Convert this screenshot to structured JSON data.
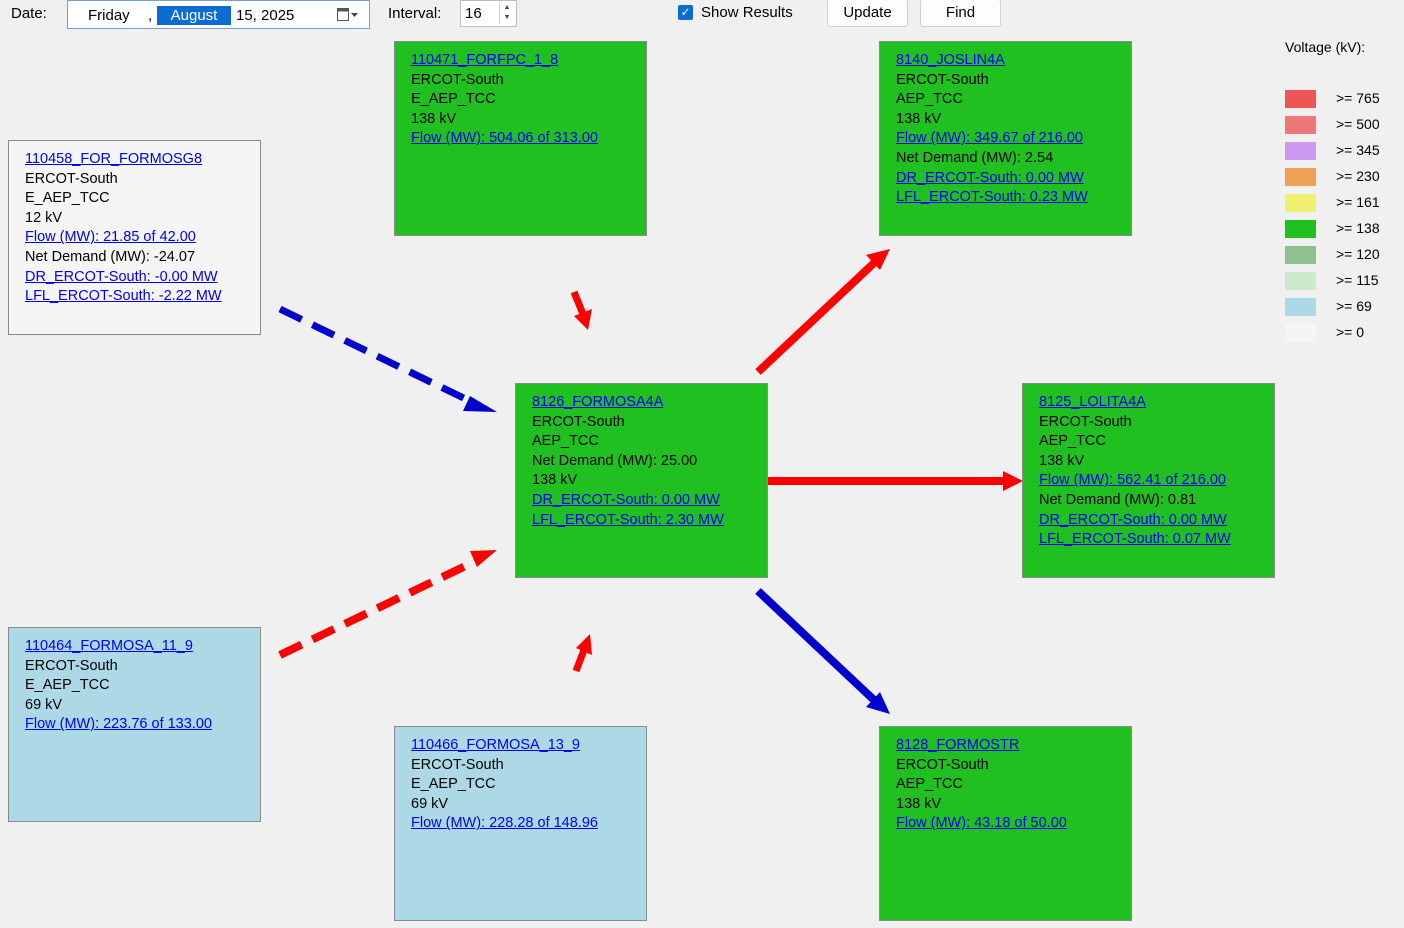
{
  "toolbar": {
    "date_label": "Date:",
    "date": {
      "day_of_week": "Friday",
      "comma": ",",
      "month": "August",
      "day_year": "15, 2025"
    },
    "interval_label": "Interval:",
    "interval_value": "16",
    "show_results_label": "Show Results",
    "show_results_checked": true,
    "update_label": "Update",
    "find_label": "Find"
  },
  "legend": {
    "title": "Voltage (kV):",
    "items": [
      {
        "label": ">= 765",
        "color": "#f05555"
      },
      {
        "label": ">= 500",
        "color": "#ee7777"
      },
      {
        "label": ">= 345",
        "color": "#cc99f0"
      },
      {
        "label": ">= 230",
        "color": "#f0a055"
      },
      {
        "label": ">= 161",
        "color": "#f0f070"
      },
      {
        "label": ">= 138",
        "color": "#21c021"
      },
      {
        "label": ">= 120",
        "color": "#8fc08f"
      },
      {
        "label": ">= 115",
        "color": "#cbe9cb"
      },
      {
        "label": ">= 69",
        "color": "#add8e6"
      },
      {
        "label": ">= 0",
        "color": "#f5f5f5"
      }
    ]
  },
  "nodes": {
    "n110471": {
      "name": "110471_FORFPC_1_8",
      "region": "ERCOT-South",
      "owner": "E_AEP_TCC",
      "kv": "138 kV",
      "flow": "Flow (MW): 504.06 of 313.00"
    },
    "n8140": {
      "name": "8140_JOSLIN4A",
      "region": "ERCOT-South",
      "owner": "AEP_TCC",
      "kv": "138 kV",
      "flow": "Flow (MW): 349.67 of 216.00",
      "net_demand": "Net Demand (MW): 2.54",
      "dr": "DR_ERCOT-South: 0.00 MW",
      "lfl": "LFL_ERCOT-South: 0.23 MW"
    },
    "n110458": {
      "name": "110458_FOR_FORMOSG8",
      "region": "ERCOT-South",
      "owner": "E_AEP_TCC",
      "kv": "12 kV",
      "flow": "Flow (MW): 21.85 of 42.00",
      "net_demand": "Net Demand (MW): -24.07",
      "dr": "DR_ERCOT-South: -0.00 MW",
      "lfl": "LFL_ERCOT-South: -2.22 MW"
    },
    "n8126": {
      "name": "8126_FORMOSA4A",
      "region": "ERCOT-South",
      "owner": "AEP_TCC",
      "net_demand": "Net Demand (MW): 25.00",
      "kv": "138 kV",
      "dr": "DR_ERCOT-South: 0.00 MW",
      "lfl": "LFL_ERCOT-South: 2.30 MW"
    },
    "n8125": {
      "name": "8125_LOLITA4A",
      "region": "ERCOT-South",
      "owner": "AEP_TCC",
      "kv": "138 kV",
      "flow": "Flow (MW): 562.41 of 216.00",
      "net_demand": "Net Demand (MW): 0.81",
      "dr": "DR_ERCOT-South: 0.00 MW",
      "lfl": "LFL_ERCOT-South: 0.07 MW"
    },
    "n110464": {
      "name": "110464_FORMOSA_11_9",
      "region": "ERCOT-South",
      "owner": "E_AEP_TCC",
      "kv": "69 kV",
      "flow": "Flow (MW): 223.76 of 133.00"
    },
    "n110466": {
      "name": "110466_FORMOSA_13_9",
      "region": "ERCOT-South",
      "owner": "E_AEP_TCC",
      "kv": "69 kV",
      "flow": "Flow (MW): 228.28 of 148.96"
    },
    "n8128": {
      "name": "8128_FORMOSTR",
      "region": "ERCOT-South",
      "owner": "AEP_TCC",
      "kv": "138 kV",
      "flow": "Flow (MW): 43.18 of 50.00"
    }
  },
  "arrow_colors": {
    "red": "#ff0000",
    "blue": "#0000cc"
  }
}
